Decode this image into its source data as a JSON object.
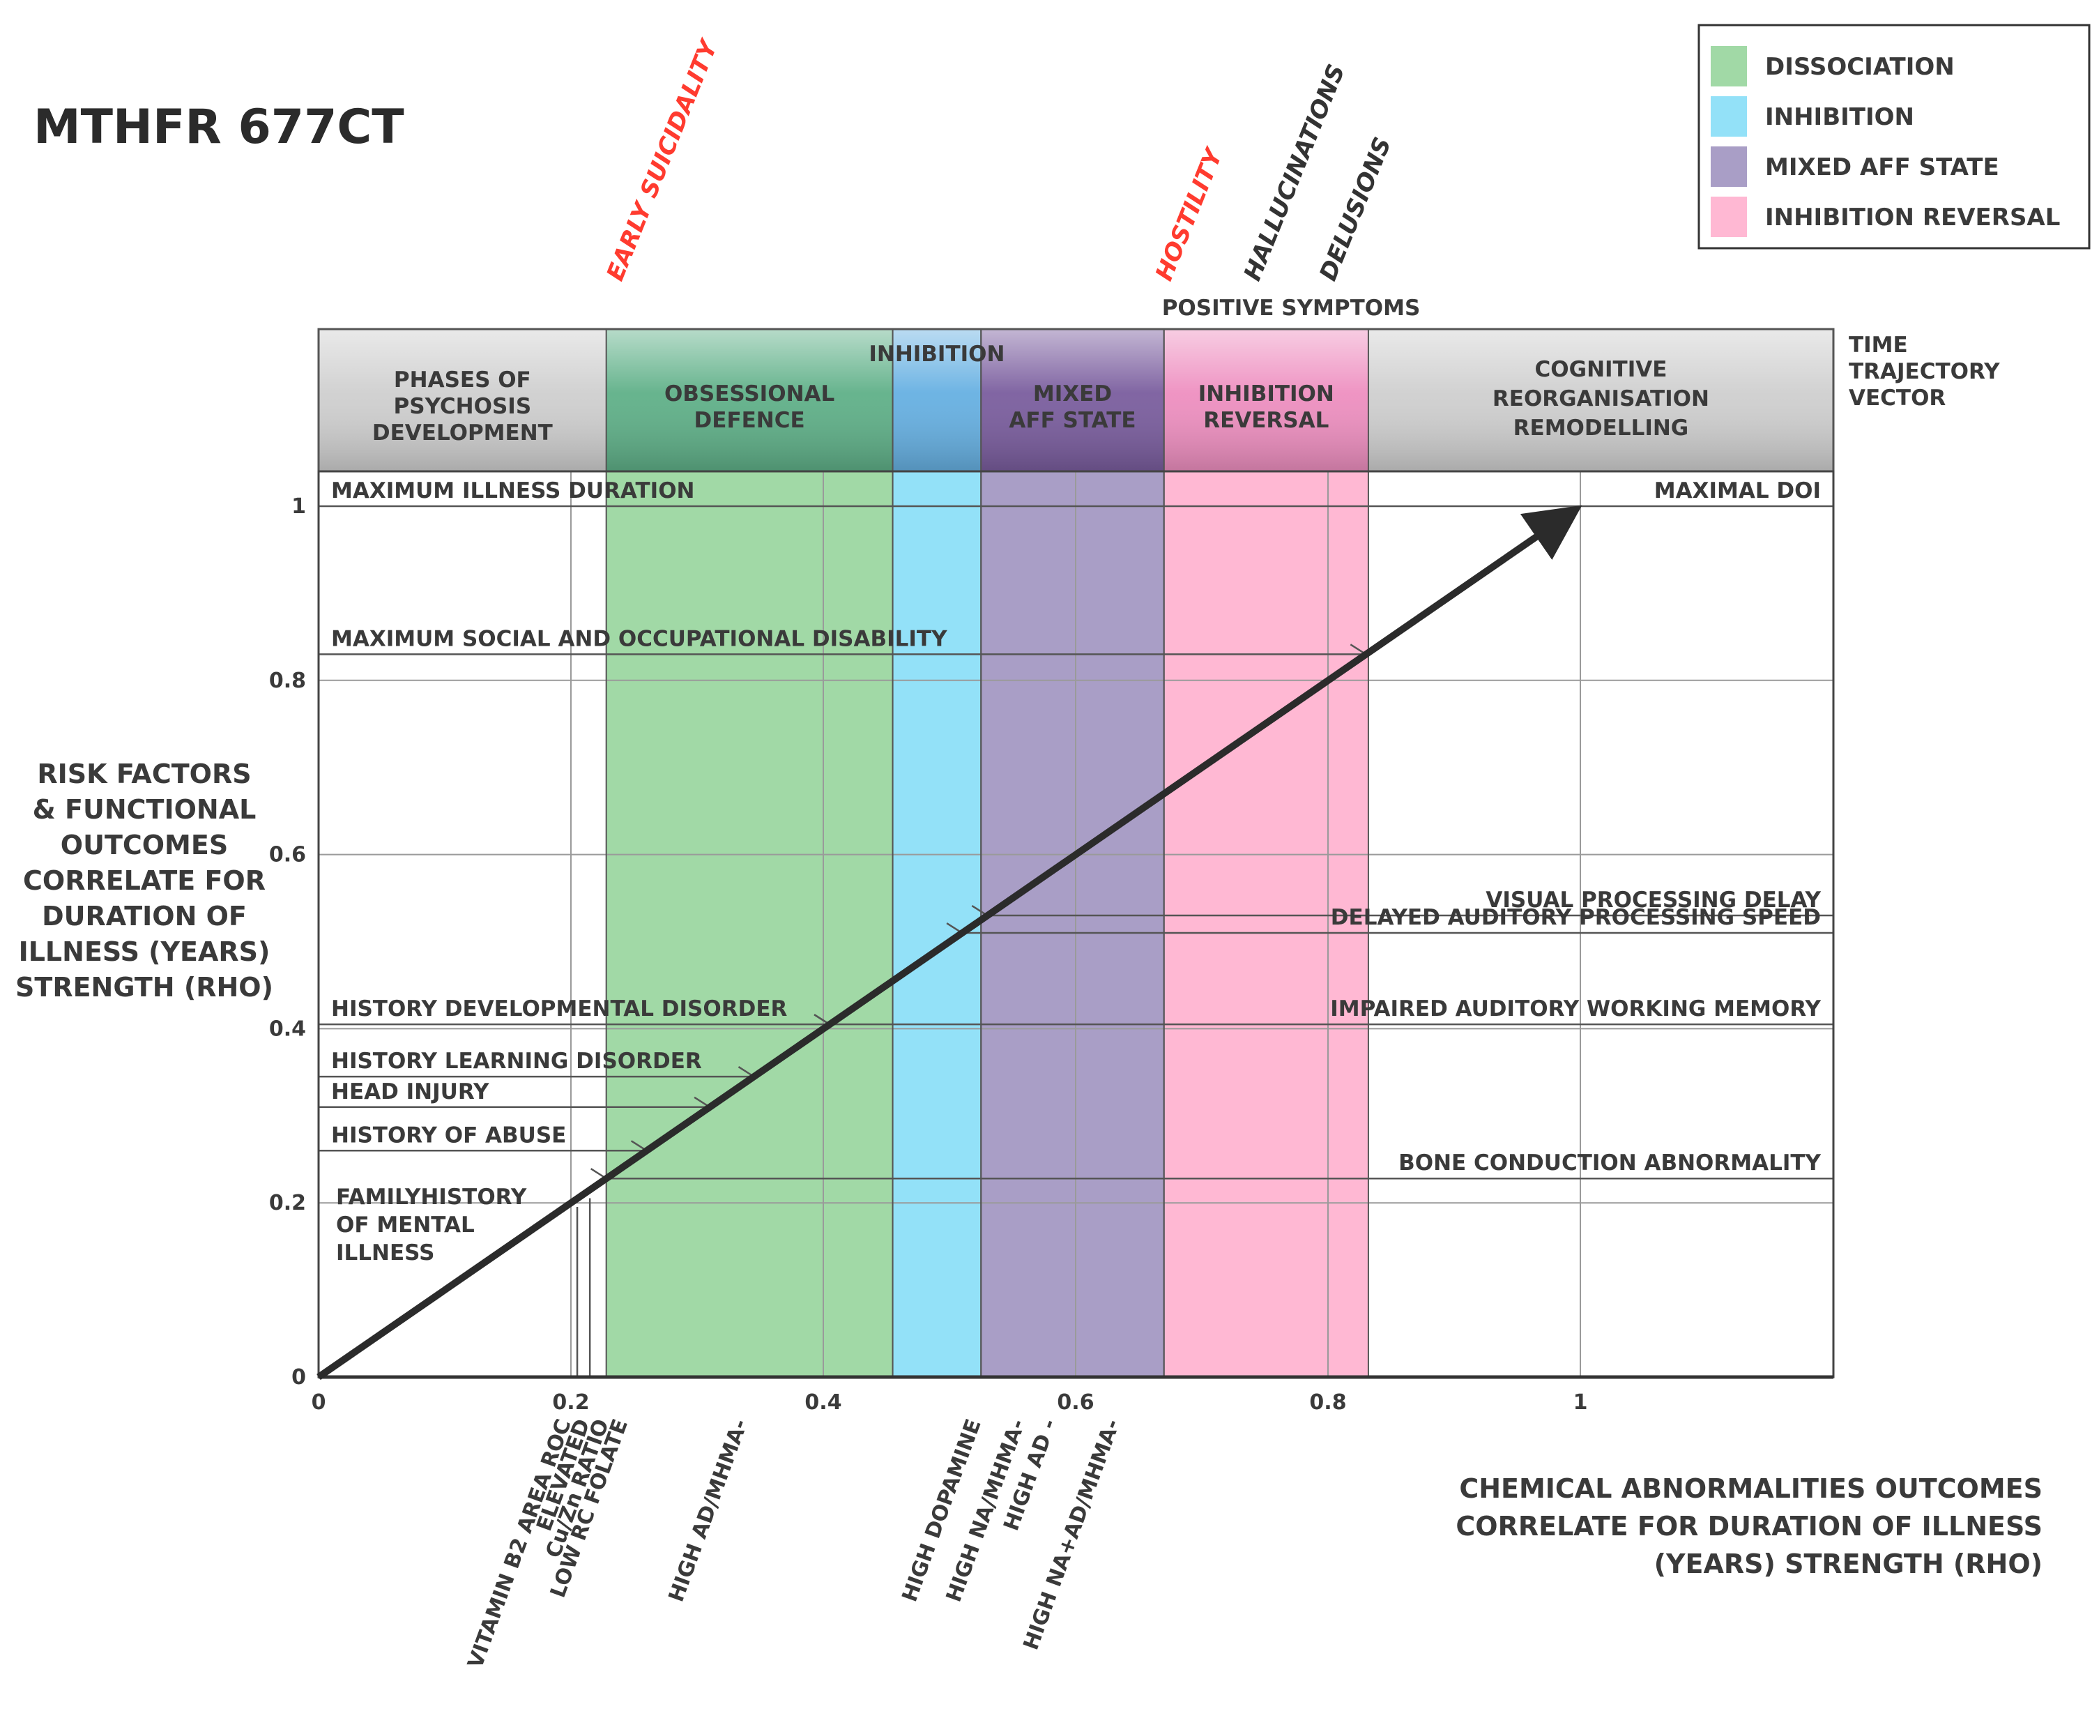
{
  "chart_data": {
    "type": "line",
    "title": "MTHFR 677CT",
    "xlabel_lines": [
      "CHEMICAL ABNORMALITIES OUTCOMES",
      "CORRELATE FOR DURATION OF ILLNESS",
      "(YEARS) STRENGTH (RHO)"
    ],
    "ylabel_lines": [
      "RISK FACTORS",
      "& FUNCTIONAL",
      "OUTCOMES",
      "CORRELATE FOR",
      "DURATION OF",
      "ILLNESS (YEARS)",
      "STRENGTH (RHO)"
    ],
    "xlim": [
      0,
      1.2
    ],
    "ylim": [
      0,
      1.0
    ],
    "x_ticks": [
      0,
      0.2,
      0.4,
      0.6,
      0.8,
      1
    ],
    "x_tick_labels": [
      "0",
      "0.2",
      "0.4",
      "0.6",
      "0.8",
      "1"
    ],
    "y_ticks": [
      0,
      0.2,
      0.4,
      0.6,
      0.8,
      1
    ],
    "y_tick_labels": [
      "0",
      "0.2",
      "0.4",
      "0.6",
      "0.8",
      "1"
    ],
    "grid": true,
    "trajectory": {
      "from": [
        0,
        0
      ],
      "to": [
        1,
        1
      ]
    },
    "legend_position": "top-right",
    "legend": [
      {
        "label": "DISSOCIATION",
        "color": "#a1d9a6"
      },
      {
        "label": "INHIBITION",
        "color": "#93e1f8"
      },
      {
        "label": "MIXED AFF STATE",
        "color": "#a99ec6"
      },
      {
        "label": "INHIBITION REVERSAL",
        "color": "#ffb8d3"
      }
    ],
    "bands": [
      {
        "from": 0.228,
        "to": 0.455,
        "color": "#a1d9a6",
        "header_color": "#5fb088",
        "header_lines": [
          "OBSESSIONAL",
          "DEFENCE"
        ]
      },
      {
        "from": 0.455,
        "to": 0.525,
        "color": "#93e1f8",
        "header_color": "#66b0e2",
        "header_lines": []
      },
      {
        "from": 0.525,
        "to": 0.67,
        "color": "#a99ec6",
        "header_color": "#7a5d9e",
        "header_lines": [
          "MIXED",
          "AFF STATE"
        ]
      },
      {
        "from": 0.67,
        "to": 0.832,
        "color": "#ffb8d3",
        "header_color": "#ee8fc0",
        "header_lines": [
          "INHIBITION",
          "REVERSAL"
        ]
      }
    ],
    "header_left_lines": [
      "PHASES OF",
      "PSYCHOSIS",
      "DEVELOPMENT"
    ],
    "header_inhibition": "INHIBITION",
    "header_right_lines": [
      "COGNITIVE",
      "REORGANISATION",
      "REMODELLING"
    ],
    "time_vector_lines": [
      "TIME",
      "TRAJECTORY",
      "VECTOR"
    ],
    "positive_symptoms": "POSITIVE SYMPTOMS",
    "symptom_labels": [
      {
        "text": "EARLY SUICIDALITY",
        "x": 0.24,
        "color": "#ff3b2f"
      },
      {
        "text": "HOSTILITY",
        "x": 0.675,
        "color": "#ff3b2f"
      },
      {
        "text": "HALLUCINATIONS",
        "x": 0.745,
        "color": "#333333"
      },
      {
        "text": "DELUSIONS",
        "x": 0.805,
        "color": "#333333"
      }
    ],
    "left_markers": [
      {
        "text": "MAXIMUM ILLNESS DURATION",
        "y": 1.0
      },
      {
        "text": "MAXIMUM SOCIAL AND OCCUPATIONAL DISABILITY",
        "y": 0.83
      },
      {
        "text": "HISTORY DEVELOPMENTAL DISORDER",
        "y": 0.405
      },
      {
        "text": "HISTORY LEARNING DISORDER",
        "y": 0.345
      },
      {
        "text": "HEAD INJURY",
        "y": 0.31
      },
      {
        "text": "HISTORY OF ABUSE",
        "y": 0.26
      }
    ],
    "family_history_lines": [
      "FAMILYHISTORY",
      "OF MENTAL",
      "ILLNESS"
    ],
    "family_history_y": 0.205,
    "right_markers": [
      {
        "text": "MAXIMAL DOI",
        "y": 1.0
      },
      {
        "text": "VISUAL PROCESSING DELAY",
        "y": 0.53
      },
      {
        "text": "DELAYED AUDITORY PROCESSING SPEED",
        "y": 0.51
      },
      {
        "text": "IMPAIRED AUDITORY WORKING MEMORY",
        "y": 0.405
      },
      {
        "text": "BONE CONDUCTION ABNORMALITY",
        "y": 0.228
      }
    ],
    "bottom_labels": [
      {
        "text": "VITAMIN B2 AREA ROC",
        "x": 0.2
      },
      {
        "text": "ELEVATED",
        "x": 0.215
      },
      {
        "text": "Cu/Zn RATIO",
        "x": 0.23
      },
      {
        "text": "LOW RC FOLATE",
        "x": 0.245
      },
      {
        "text": "HIGH AD/MHMA-",
        "x": 0.34
      },
      {
        "text": "HIGH DOPAMINE",
        "x": 0.525
      },
      {
        "text": "HIGH NA/MHMA-",
        "x": 0.56
      },
      {
        "text": "HIGH AD -",
        "x": 0.585
      },
      {
        "text": "HIGH NA+AD/MHMA-",
        "x": 0.635
      }
    ]
  }
}
